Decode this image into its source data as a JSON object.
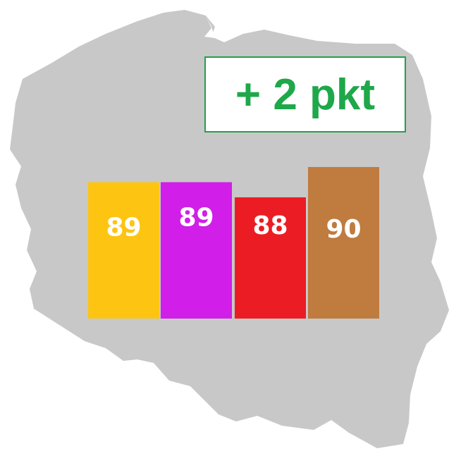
{
  "badge": {
    "text": "+ 2 pkt",
    "border_color": "#23a04a",
    "text_color": "#1ea84a"
  },
  "map": {
    "fill": "#c8c8c8",
    "icon": "poland-map-silhouette"
  },
  "chart_data": {
    "type": "bar",
    "categories": [
      "",
      "",
      "",
      ""
    ],
    "values": [
      89,
      89,
      88,
      90
    ],
    "colors": [
      "#fdc512",
      "#d11ee8",
      "#ec1c24",
      "#c07b3f"
    ],
    "labels": [
      "89",
      "89",
      "88",
      "90"
    ],
    "ylim": [
      80,
      91
    ],
    "grid": false,
    "title": "",
    "xlabel": "",
    "ylabel": ""
  }
}
